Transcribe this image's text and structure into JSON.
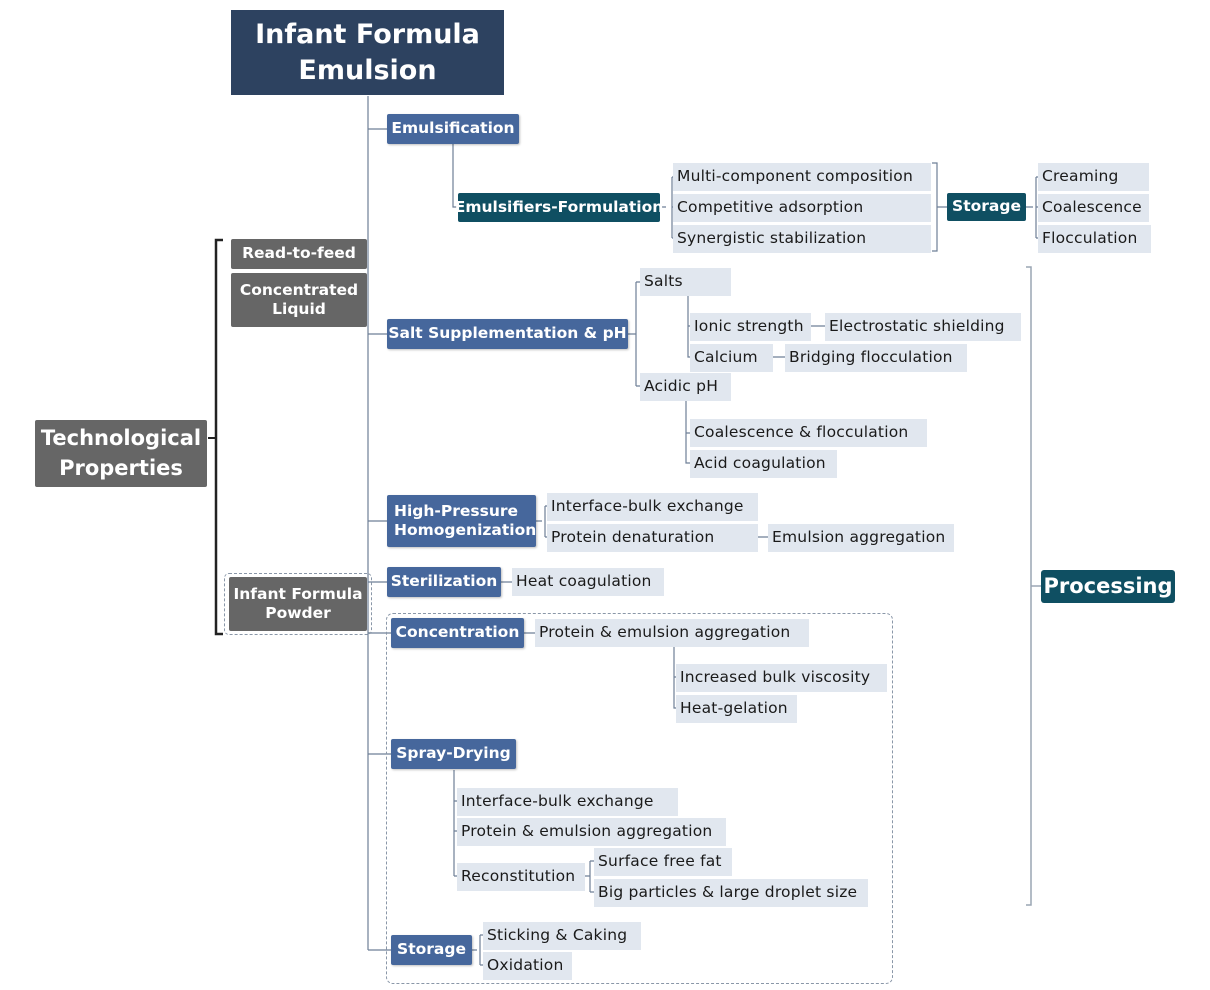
{
  "root": "Infant Formula\nEmulsion",
  "technological_properties": {
    "label": "Technological\nProperties",
    "items": [
      "Read-to-feed",
      "Concentrated\nLiquid",
      "Infant Formula\nPowder"
    ]
  },
  "processing_label": "Processing",
  "emulsification": {
    "label": "Emulsification",
    "formulation": {
      "label": "Emulsifiers-Formulation",
      "items": [
        "Multi-component composition",
        "Competitive adsorption",
        "Synergistic stabilization"
      ]
    },
    "storage": {
      "label": "Storage",
      "items": [
        "Creaming",
        "Coalescence",
        "Flocculation"
      ]
    }
  },
  "salt": {
    "label": "Salt Supplementation & pH",
    "salts": "Salts",
    "ionic_strength": "Ionic strength",
    "electrostatic_shielding": "Electrostatic shielding",
    "calcium": "Calcium",
    "bridging_flocculation": "Bridging flocculation",
    "acidic_ph": "Acidic pH",
    "coalescence_flocculation": "Coalescence & flocculation",
    "acid_coagulation": "Acid coagulation"
  },
  "homogenization": {
    "label": "High-Pressure\nHomogenization",
    "interface_bulk": "Interface-bulk exchange",
    "protein_denaturation": "Protein denaturation",
    "emulsion_aggregation": "Emulsion aggregation"
  },
  "sterilization": {
    "label": "Sterilization",
    "heat_coagulation": "Heat coagulation"
  },
  "concentration": {
    "label": "Concentration",
    "aggregation": "Protein & emulsion aggregation",
    "viscosity": "Increased bulk viscosity",
    "gelation": "Heat-gelation"
  },
  "spray_drying": {
    "label": "Spray-Drying",
    "interface_bulk": "Interface-bulk exchange",
    "aggregation": "Protein & emulsion aggregation",
    "reconstitution": "Reconstitution",
    "surface_free_fat": "Surface free fat",
    "big_particles": "Big particles & large droplet size"
  },
  "powder_storage": {
    "label": "Storage",
    "sticking": "Sticking & Caking",
    "oxidation": "Oxidation"
  },
  "colors": {
    "root": "#2d4260",
    "process_node": "#46679c",
    "teal_node": "#0f4f62",
    "gray_node": "#666666",
    "leaf": "#e1e7ef",
    "connector": "#6e7f96"
  }
}
